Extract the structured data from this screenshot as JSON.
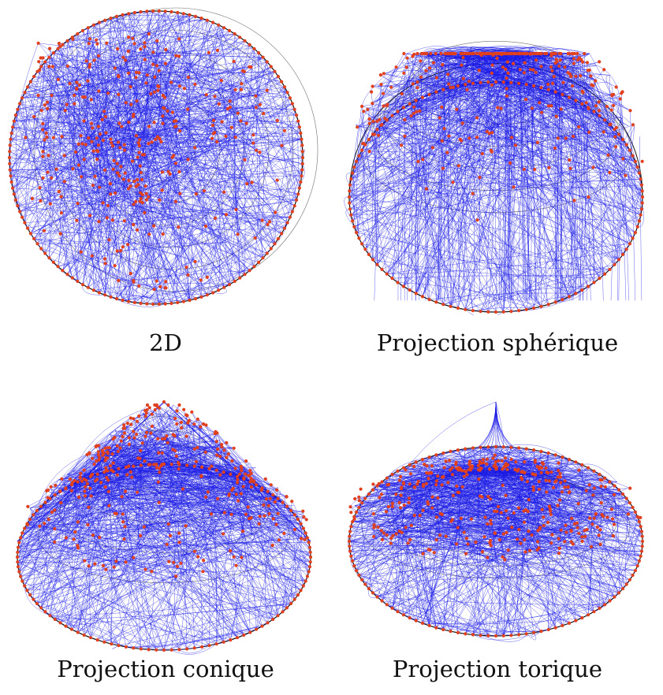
{
  "colors": {
    "edge": "#1a1ae6",
    "node": "#e0401e",
    "ring": "#111111",
    "background": "#ffffff"
  },
  "panels": [
    {
      "id": "2d",
      "caption": "2D"
    },
    {
      "id": "spherique",
      "caption": "Projection sphérique"
    },
    {
      "id": "conique",
      "caption": "Projection conique"
    },
    {
      "id": "torique",
      "caption": "Projection torique"
    }
  ]
}
